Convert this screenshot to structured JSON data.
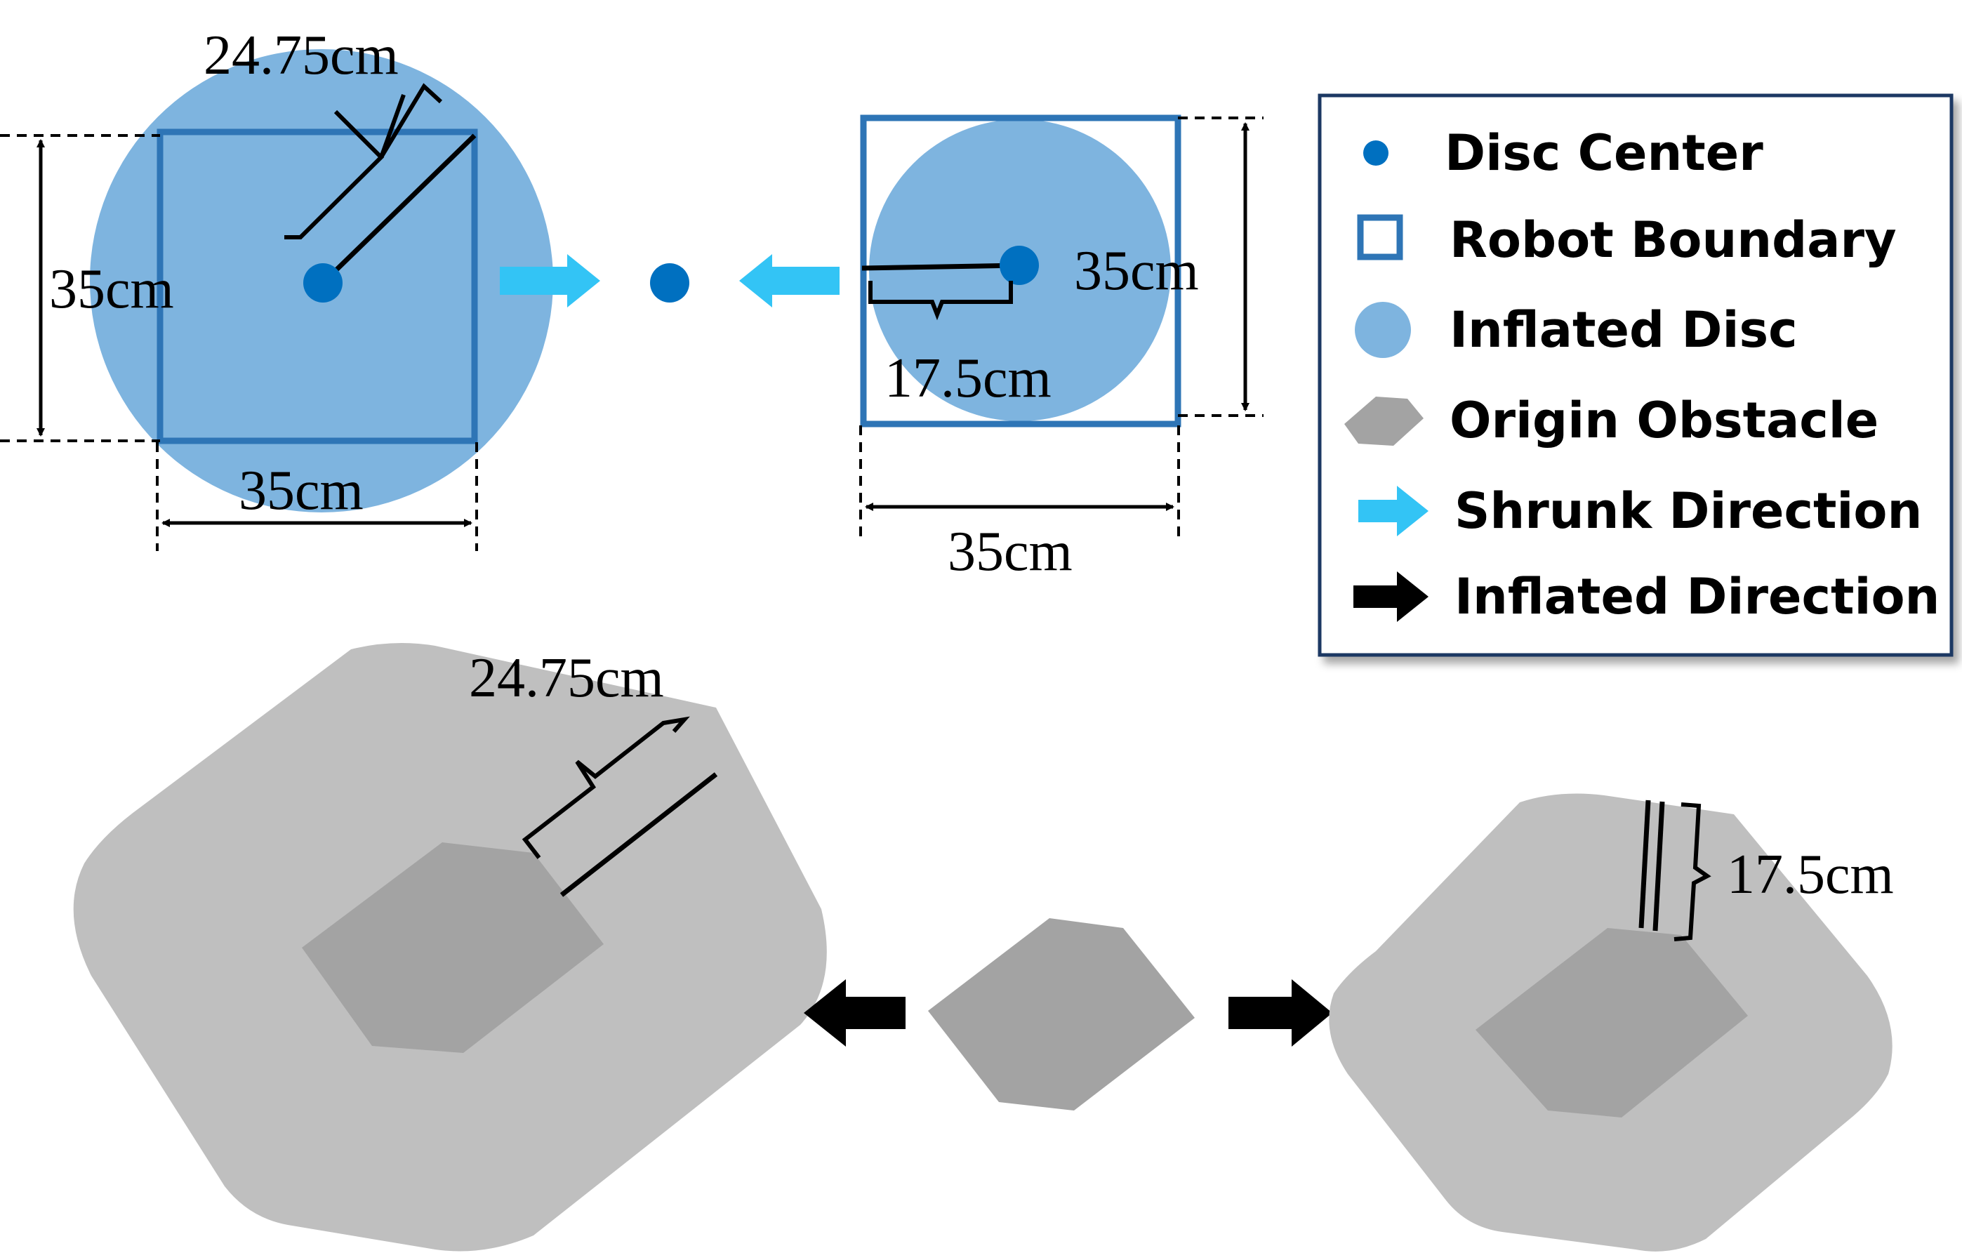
{
  "colors": {
    "disc_center": "#0070C0",
    "robot_boundary": "#2E75B6",
    "inflated_disc": "#7EB4DF",
    "origin_obstacle": "#A3A3A3",
    "inflated_obstacle": "#BFBFBF",
    "shrunk_arrow": "#33C4F5",
    "inflated_arrow": "#000000"
  },
  "diagram": {
    "left_disc": {
      "radius_label": "24.75cm",
      "height_label": "35cm",
      "width_label": "35cm"
    },
    "right_disc": {
      "radius_label": "17.5cm",
      "height_label": "35cm",
      "width_label": "35cm"
    },
    "left_obstacle": {
      "offset_label": "24.75cm"
    },
    "right_obstacle": {
      "offset_label": "17.5cm"
    }
  },
  "legend": {
    "items": [
      {
        "label": "Disc Center",
        "icon": "disc-center-dot-icon"
      },
      {
        "label": "Robot Boundary",
        "icon": "robot-boundary-square-icon"
      },
      {
        "label": "Inflated Disc",
        "icon": "inflated-disc-circle-icon"
      },
      {
        "label": "Origin Obstacle",
        "icon": "origin-obstacle-hexagon-icon"
      },
      {
        "label": "Shrunk Direction",
        "icon": "shrunk-direction-arrow-icon"
      },
      {
        "label": "Inflated Direction",
        "icon": "inflated-direction-arrow-icon"
      }
    ]
  }
}
